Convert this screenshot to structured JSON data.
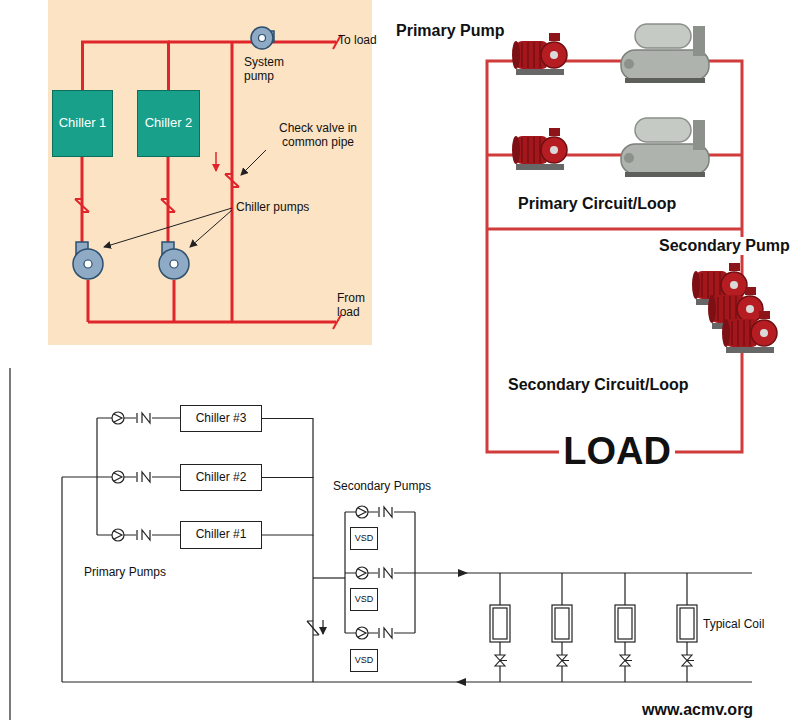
{
  "diagram": {
    "nodes": [
      {
        "text": [
          "Chiller 1"
        ]
      },
      {
        "text": [
          "Chiller 2"
        ]
      },
      {
        "text": [
          "Chiller #3"
        ]
      },
      {
        "text": [
          "Chiller #2"
        ]
      },
      {
        "text": [
          "Chiller #1"
        ]
      },
      {
        "text": [
          "VSD"
        ]
      },
      {
        "text": [
          "VSD"
        ]
      },
      {
        "text": [
          "VSD"
        ]
      }
    ],
    "edges": [
      {
        "from": 0,
        "to": 1,
        "arrow": "none"
      },
      {
        "from": 2,
        "to": 3,
        "arrow": "none"
      },
      {
        "from": 3,
        "to": 4,
        "arrow": "none"
      }
    ],
    "labels": [
      "To load",
      "System pump",
      "Check valve in common pipe",
      "Chiller pumps",
      "From load",
      "Primary Pump",
      "Primary Circuit/Loop",
      "Secondary Pump",
      "Secondary Circuit/Loop",
      "LOAD",
      "Secondary Pumps",
      "Primary Pumps",
      "Typical Coil",
      "www.acmv.org"
    ]
  }
}
